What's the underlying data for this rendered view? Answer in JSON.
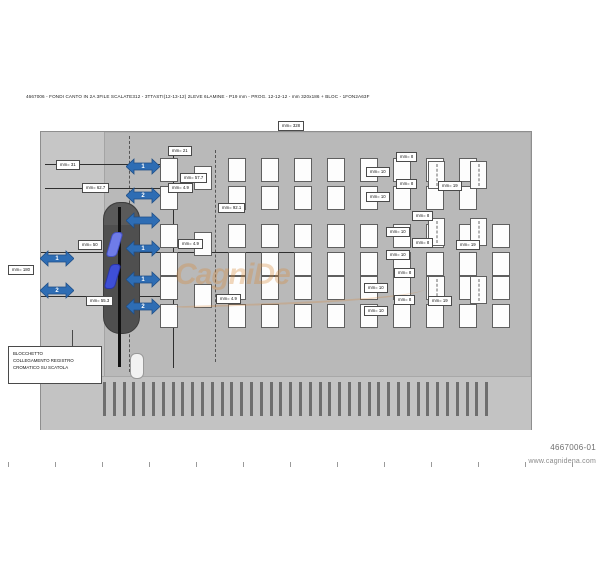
{
  "document": {
    "title": "4667006 - FONDI CANTO IN 2A 3FILE SCALATE312 - 3TTASTI(12-13-12) 2LEVE 6LAMINE - P19 mm - PROG. 12-12-12 - mm 320x186 + BLOC - 1FON2A63F",
    "drawing_code": "4667006-01",
    "website": "www.cagnidena.com",
    "watermark": "CagniDe"
  },
  "note": {
    "line1": "BLOCCHETTO",
    "line2": "COLLEGAMENTO REGISTRO",
    "line3": "CROMATICO SU SCATOLA"
  },
  "dimensions": {
    "top_overall": "mm= 328",
    "left_31": "mm= 31",
    "left_62_7": "mm= 62.7",
    "left_180": "mm= 180",
    "left_50": "mm= 50",
    "left_55_3": "mm= 55.3",
    "mid_21": "mm= 21",
    "mid_57_7": "mm= 57.7",
    "mid_4_9_a": "mm= 4.9",
    "mid_92_1": "mm= 92.1",
    "mid_4_9_b": "mm= 4.9",
    "mid_4_9_c": "mm= 4.9",
    "r_8_a": "mm= 8",
    "r_10_a": "mm= 10",
    "r_8_b": "mm= 8",
    "r_10_b": "mm= 10",
    "r_19_a": "mm= 19",
    "r_8_c": "mm= 8",
    "r_10_c": "mm= 10",
    "r_8_d": "mm= 8",
    "r_10_d": "mm= 10",
    "r_19_b": "mm= 19",
    "r_8_e": "mm= 8",
    "r_10_e": "mm= 10",
    "r_8_f": "mm= 8",
    "r_10_f": "mm= 10",
    "r_19_c": "mm= 19"
  },
  "levers": {
    "left_arrow_1": "1",
    "left_arrow_2": "2",
    "top_arrow_1": "1",
    "top_arrow_2": "2",
    "mid_arrow_1": "1",
    "mid_arrow_2": "2",
    "low_arrow_1": "1",
    "low_arrow_2": "2"
  },
  "ruler": {
    "ticks": [
      "",
      "",
      "",
      "",
      "",
      "",
      "",
      "",
      "",
      "",
      "",
      "",
      ""
    ]
  },
  "colors": {
    "plate": "#b9b9b9",
    "lever_blue": "#3e4fd6",
    "arrow_blue": "#2e6db4",
    "watermark": "#d68a3c"
  }
}
